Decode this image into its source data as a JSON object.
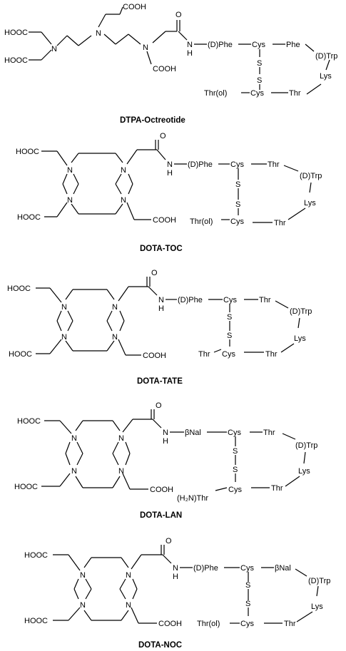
{
  "dtpa": {
    "caption": "DTPA-Octreotide",
    "cooh_top": "COOH",
    "hooc_upper": "HOOC",
    "hooc_lower": "HOOC",
    "n_left": "N",
    "n_mid": "N",
    "n_right": "N",
    "cooh_bottom": "COOH",
    "o": "O",
    "nh_n": "N",
    "nh_h": "H",
    "aa1": "(D)Phe",
    "cys_top": "Cys",
    "aa3": "Phe",
    "trp": "(D)Trp",
    "s1": "S",
    "s2": "S",
    "lys": "Lys",
    "cterm": "Thr(ol)",
    "cys_bottom": "Cys",
    "thr": "Thr"
  },
  "toc": {
    "caption": "DOTA-TOC",
    "hooc_top": "HOOC",
    "hooc_bottom": "HOOC",
    "cooh": "COOH",
    "n_tl": "N",
    "n_tr": "N",
    "n_bl": "N",
    "n_br": "N",
    "o": "O",
    "nh_n": "N",
    "nh_h": "H",
    "aa1": "(D)Phe",
    "cys_top": "Cys",
    "aa3": "Thr",
    "trp": "(D)Trp",
    "s1": "S",
    "s2": "S",
    "lys": "Lys",
    "cterm": "Thr(ol)",
    "cys_bottom": "Cys",
    "thr": "Thr"
  },
  "tate": {
    "caption": "DOTA-TATE",
    "hooc_top": "HOOC",
    "hooc_bottom": "HOOC",
    "cooh": "COOH",
    "n_tl": "N",
    "n_tr": "N",
    "n_bl": "N",
    "n_br": "N",
    "o": "O",
    "nh_n": "N",
    "nh_h": "H",
    "aa1": "(D)Phe",
    "cys_top": "Cys",
    "aa3": "Thr",
    "trp": "(D)Trp",
    "s1": "S",
    "s2": "S",
    "lys": "Lys",
    "cterm": "Thr",
    "cys_bottom": "Cys",
    "thr": "Thr"
  },
  "lan": {
    "caption": "DOTA-LAN",
    "hooc_top": "HOOC",
    "hooc_bottom": "HOOC",
    "cooh": "COOH",
    "n_tl": "N",
    "n_tr": "N",
    "n_bl": "N",
    "n_br": "N",
    "o": "O",
    "nh_n": "N",
    "nh_h": "H",
    "aa1": "βNal",
    "cys_top": "Cys",
    "aa3": "Thr",
    "trp": "(D)Trp",
    "s1": "S",
    "s2": "S",
    "lys": "Lys",
    "cterm": "(H₂N)Thr",
    "cys_bottom": "Cys",
    "thr": "Thr"
  },
  "noc": {
    "caption": "DOTA-NOC",
    "hooc_top": "HOOC",
    "hooc_bottom": "HOOC",
    "cooh": "COOH",
    "n_tl": "N",
    "n_tr": "N",
    "n_bl": "N",
    "n_br": "N",
    "o": "O",
    "nh_n": "N",
    "nh_h": "H",
    "aa1": "(D)Phe",
    "cys_top": "Cys",
    "aa3": "βNal",
    "trp": "(D)Trp",
    "s1": "S",
    "s2": "S",
    "lys": "Lys",
    "cterm": "Thr(ol)",
    "cys_bottom": "Cys",
    "thr": "Thr"
  }
}
